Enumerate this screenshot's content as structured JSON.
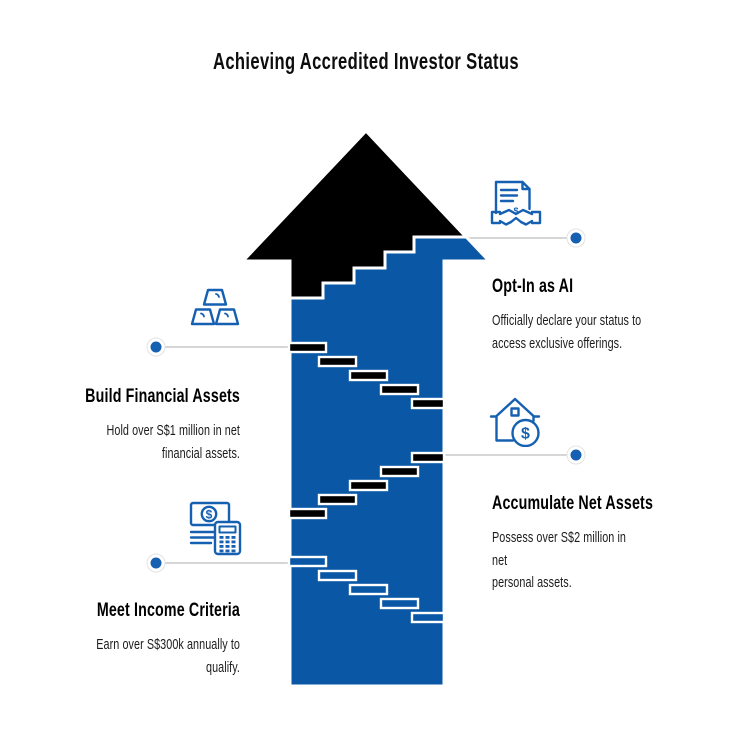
{
  "title": "Achieving Accredited Investor Status",
  "colors": {
    "arrow_fill": "#0a57a6",
    "arrowhead_fill": "#000000",
    "stair_outline": "#ffffff",
    "icon_stroke": "#1660b2",
    "connector_line": "#d6d6d6",
    "dot_fill": "#1660b2",
    "background": "#ffffff",
    "heading_text": "#000000",
    "body_text": "#1b1b1b"
  },
  "steps": [
    {
      "heading": "Meet Income Criteria",
      "description": "Earn over S$300k annually to\nqualify.",
      "icon": "cash-calculator-icon",
      "side": "left"
    },
    {
      "heading": "Build Financial Assets",
      "description": "Hold over S$1 million in net\nfinancial assets.",
      "icon": "gold-bars-icon",
      "side": "left"
    },
    {
      "heading": "Accumulate Net Assets",
      "description": "Possess over S$2 million in net\npersonal assets.",
      "icon": "house-dollar-icon",
      "side": "right"
    },
    {
      "heading": "Opt-In as AI",
      "description": "Officially declare your status to\naccess exclusive offerings.",
      "icon": "contract-handshake-icon",
      "side": "right"
    }
  ]
}
